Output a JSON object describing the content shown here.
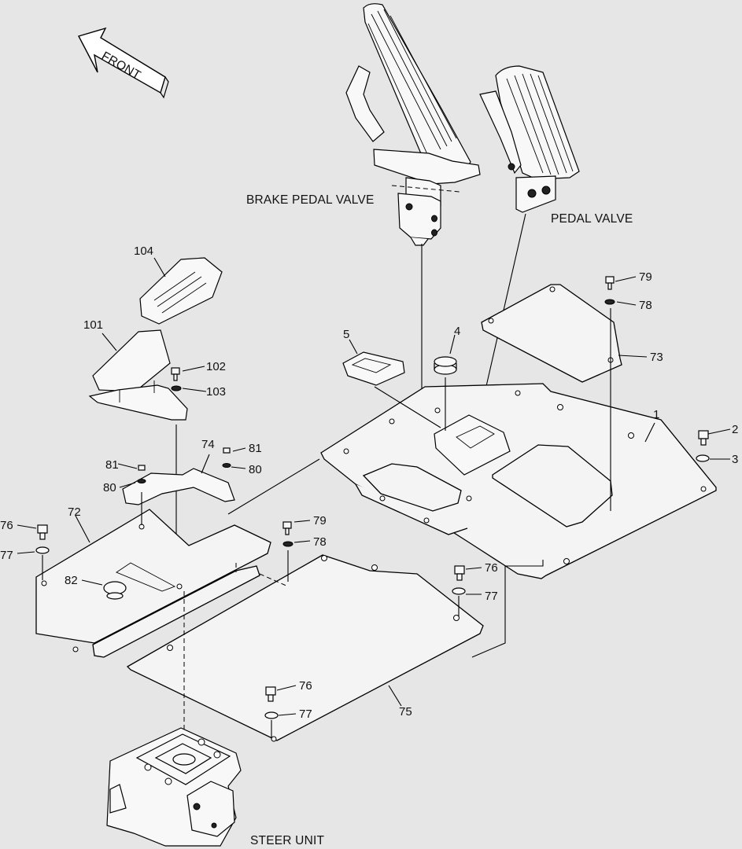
{
  "diagram": {
    "front_label": "FRONT",
    "callouts": {
      "brake_pedal_valve": "BRAKE PEDAL VALVE",
      "pedal_valve": "PEDAL VALVE",
      "steer_unit": "STEER UNIT"
    },
    "part_numbers": {
      "p104": "104",
      "p101": "101",
      "p102": "102",
      "p103": "103",
      "p5": "5",
      "p4": "4",
      "p79a": "79",
      "p78a": "78",
      "p73": "73",
      "p1": "1",
      "p2": "2",
      "p3": "3",
      "p74": "74",
      "p81a": "81",
      "p80a": "80",
      "p81b": "81",
      "p80b": "80",
      "p72": "72",
      "p76a": "76",
      "p77a": "77",
      "p82": "82",
      "p79b": "79",
      "p78b": "78",
      "p76b": "76",
      "p77b": "77",
      "p76c": "76",
      "p77c": "77",
      "p75": "75"
    }
  }
}
